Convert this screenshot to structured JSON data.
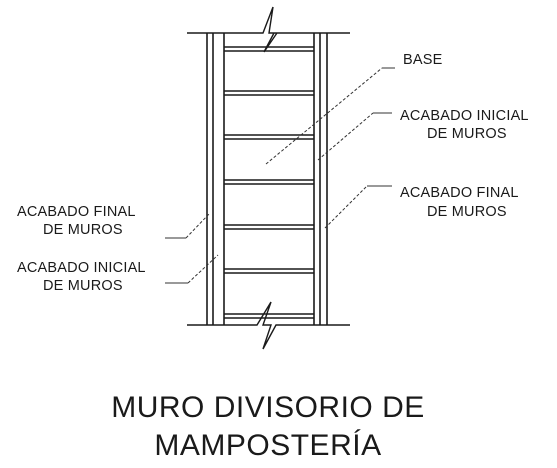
{
  "labels": {
    "base": "BASE",
    "right_initial_line1": "ACABADO INICIAL",
    "right_initial_line2": "DE MUROS",
    "right_final_line1": "ACABADO FINAL",
    "right_final_line2": "DE MUROS",
    "left_final_line1": "ACABADO FINAL",
    "left_final_line2": "DE MUROS",
    "left_initial_line1": "ACABADO INICIAL",
    "left_initial_line2": "DE MUROS"
  },
  "title": {
    "line1": "MURO DIVISORIO DE",
    "line2": "MAMPOSTERÍA"
  },
  "colors": {
    "ink": "#1a1a1a",
    "leader": "#333333",
    "background": "#ffffff"
  }
}
